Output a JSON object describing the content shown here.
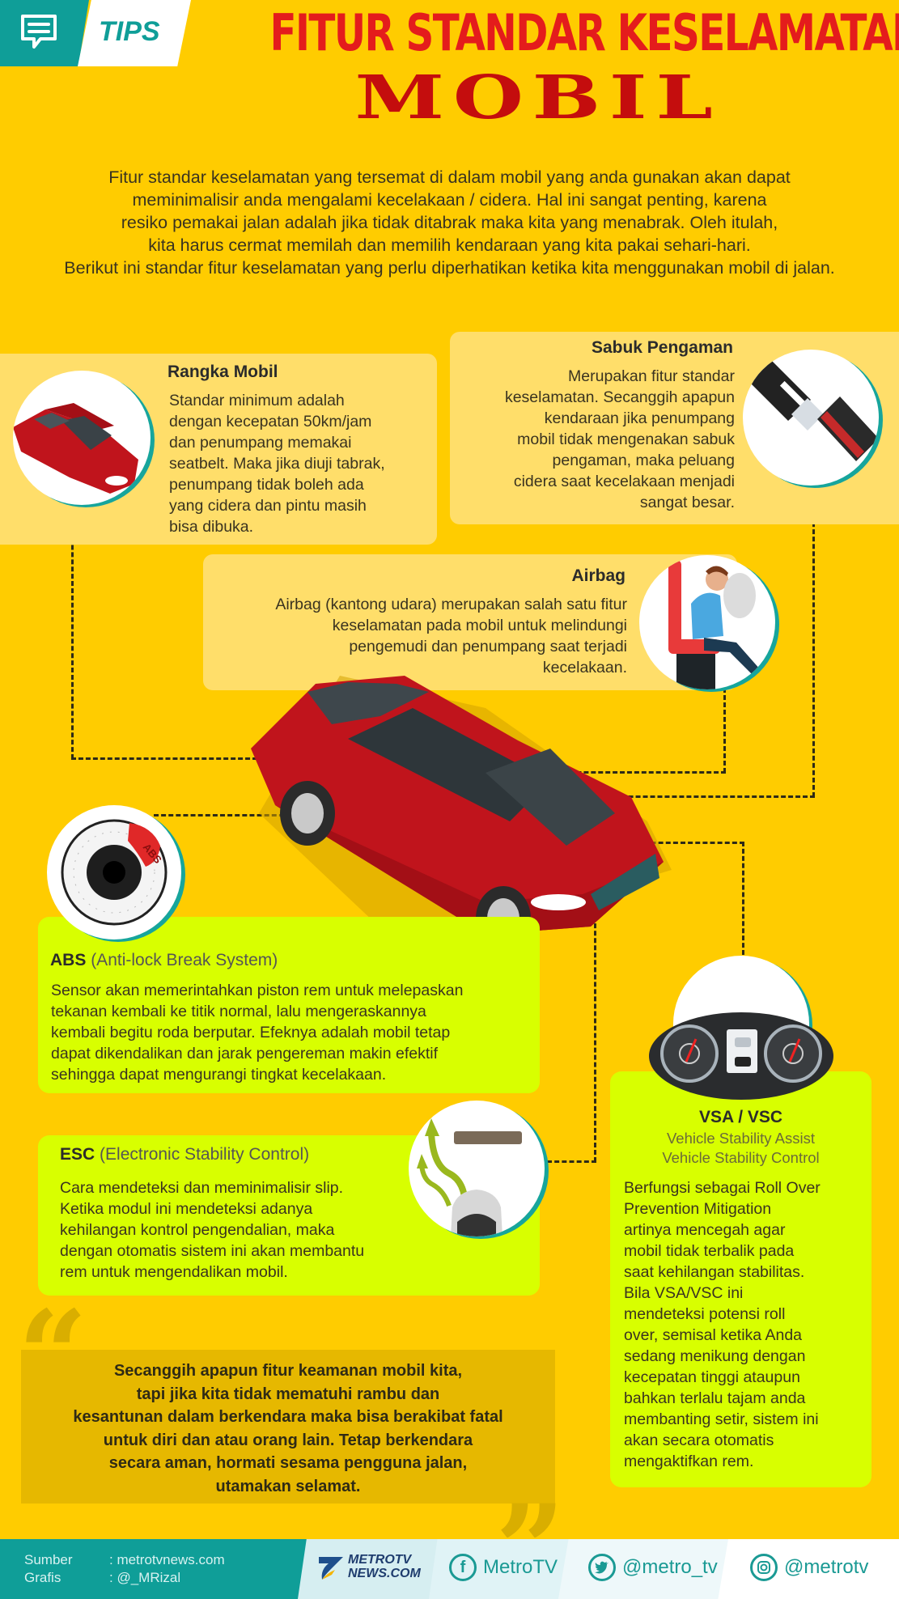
{
  "header": {
    "badge_label": "TIPS",
    "badge_icon": "chat-bubble-icon",
    "title_line1": "FITUR STANDAR KESELAMATAN",
    "title_line2": "MOBIL"
  },
  "intro": {
    "lines": [
      "Fitur standar keselamatan yang tersemat di dalam mobil yang anda gunakan akan dapat",
      "meminimalisir anda mengalami kecelakaan / cidera. Hal ini sangat penting, karena",
      "resiko pemakai jalan adalah jika tidak ditabrak maka kita yang menabrak. Oleh itulah,",
      "kita harus cermat memilah dan memilih kendaraan yang kita pakai sehari-hari.",
      "Berikut ini standar fitur keselamatan yang perlu diperhatikan ketika kita menggunakan mobil di jalan."
    ]
  },
  "features": {
    "rangka": {
      "title": "Rangka Mobil",
      "icon": "car-body-icon",
      "lines": [
        "Standar minimum adalah",
        "dengan kecepatan 50km/jam",
        "dan penumpang memakai",
        "seatbelt. Maka jika diuji tabrak,",
        "penumpang tidak boleh ada",
        "yang cidera dan pintu masih",
        "bisa dibuka."
      ]
    },
    "sabuk": {
      "title": "Sabuk Pengaman",
      "icon": "seatbelt-icon",
      "lines": [
        "Merupakan fitur standar",
        "keselamatan. Secanggih apapun",
        "kendaraan jika penumpang",
        "mobil tidak mengenakan sabuk",
        "pengaman, maka peluang",
        "cidera saat kecelakaan menjadi",
        "sangat besar."
      ]
    },
    "airbag": {
      "title": "Airbag",
      "icon": "airbag-icon",
      "lines": [
        "Airbag (kantong udara) merupakan salah satu fitur",
        "keselamatan pada mobil untuk melindungi",
        "pengemudi dan penumpang saat terjadi",
        "kecelakaan."
      ]
    },
    "abs": {
      "title": "ABS",
      "subtitle": "(Anti-lock Break System)",
      "icon": "brake-disc-icon",
      "icon_label": "ABS",
      "lines": [
        "Sensor akan memerintahkan piston rem untuk melepaskan",
        "tekanan kembali ke titik normal, lalu mengeraskannya",
        "kembali begitu roda berputar. Efeknya adalah mobil tetap",
        "dapat dikendalikan dan jarak pengereman makin efektif",
        "sehingga dapat mengurangi tingkat kecelakaan."
      ]
    },
    "esc": {
      "title": "ESC",
      "subtitle": "(Electronic Stability Control)",
      "icon": "skid-control-icon",
      "lines": [
        "Cara mendeteksi dan meminimalisir slip.",
        "Ketika modul ini mendeteksi adanya",
        "kehilangan kontrol pengendalian, maka",
        "dengan otomatis sistem ini akan membantu",
        "rem untuk mengendalikan mobil."
      ]
    },
    "vsa": {
      "title": "VSA / VSC",
      "subtitle1": "Vehicle Stability Assist",
      "subtitle2": "Vehicle Stability Control",
      "icon": "dashboard-gauges-icon",
      "lines": [
        "Berfungsi sebagai Roll Over",
        "Prevention Mitigation",
        "artinya mencegah agar",
        "mobil tidak terbalik pada",
        "saat kehilangan stabilitas.",
        "Bila VSA/VSC ini",
        "mendeteksi potensi roll",
        "over, semisal ketika Anda",
        "sedang menikung dengan",
        "kecepatan tinggi ataupun",
        "bahkan terlalu tajam anda",
        "membanting setir, sistem ini",
        "akan secara otomatis",
        "mengaktifkan rem."
      ]
    }
  },
  "quote": {
    "lines": [
      "Secanggih apapun fitur keamanan mobil kita,",
      "tapi jika kita tidak mematuhi rambu dan",
      "kesantunan dalam berkendara maka bisa berakibat fatal",
      "untuk diri dan atau orang lain. Tetap berkendara",
      "secara aman, hormati sesama pengguna jalan,",
      "utamakan selamat."
    ],
    "open_mark": "“",
    "close_mark": "”"
  },
  "footer": {
    "source_label": "Sumber",
    "source_value": ": metrotvnews.com",
    "graphic_label": "Grafis",
    "graphic_value": ": @_MRizal",
    "logo_line1": "METROTV",
    "logo_line2": "NEWS.COM",
    "facebook": "MetroTV",
    "twitter": "@metro_tv",
    "instagram": "@metrotv"
  },
  "colors": {
    "background": "#ffcc00",
    "title_red": "#e41c1c",
    "teal": "#0f9e98",
    "card_light": "#ffde6a",
    "card_lime": "#d8ff00"
  }
}
